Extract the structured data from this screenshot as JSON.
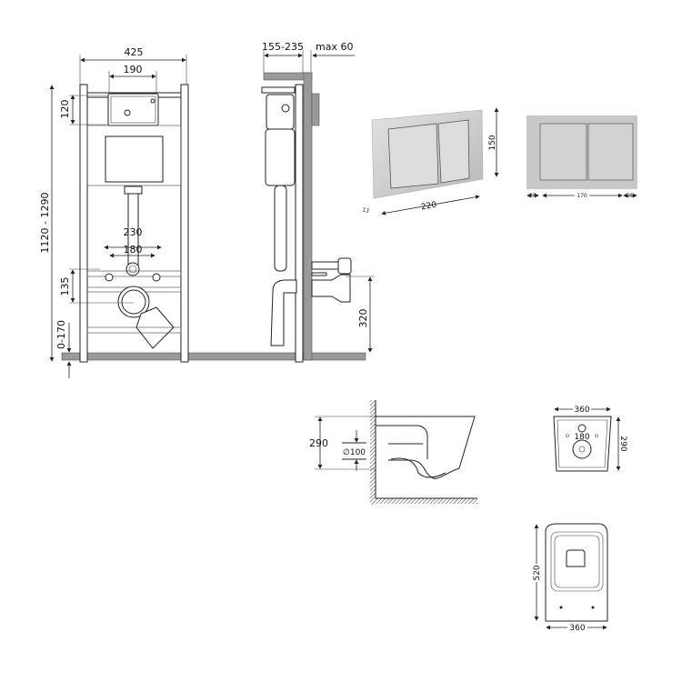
{
  "frame_front": {
    "width": "425",
    "button_span": "190",
    "height": "1120 - 1290",
    "button_height": "120",
    "stud_span_outer": "230",
    "stud_span_inner": "180",
    "outlet_offset": "135",
    "leg_adjust": "0-170"
  },
  "frame_side": {
    "depth": "155-235",
    "wall_max": "max 60",
    "outlet_height": "320"
  },
  "flush_plate_3d": {
    "height": "150",
    "width": "220",
    "depth": "13"
  },
  "flush_plate_front": {
    "margin_left": "25",
    "inner_width": "170",
    "margin_right": "25"
  },
  "toilet_side": {
    "height": "290",
    "pipe_diameter": "∅100"
  },
  "toilet_back": {
    "width": "360",
    "stud_span": "180",
    "height": "290"
  },
  "toilet_top": {
    "length": "520",
    "width": "360"
  },
  "colors": {
    "line": "#222222",
    "fill_gray": "#9a9a9a",
    "plate": "#c8c8c8"
  }
}
